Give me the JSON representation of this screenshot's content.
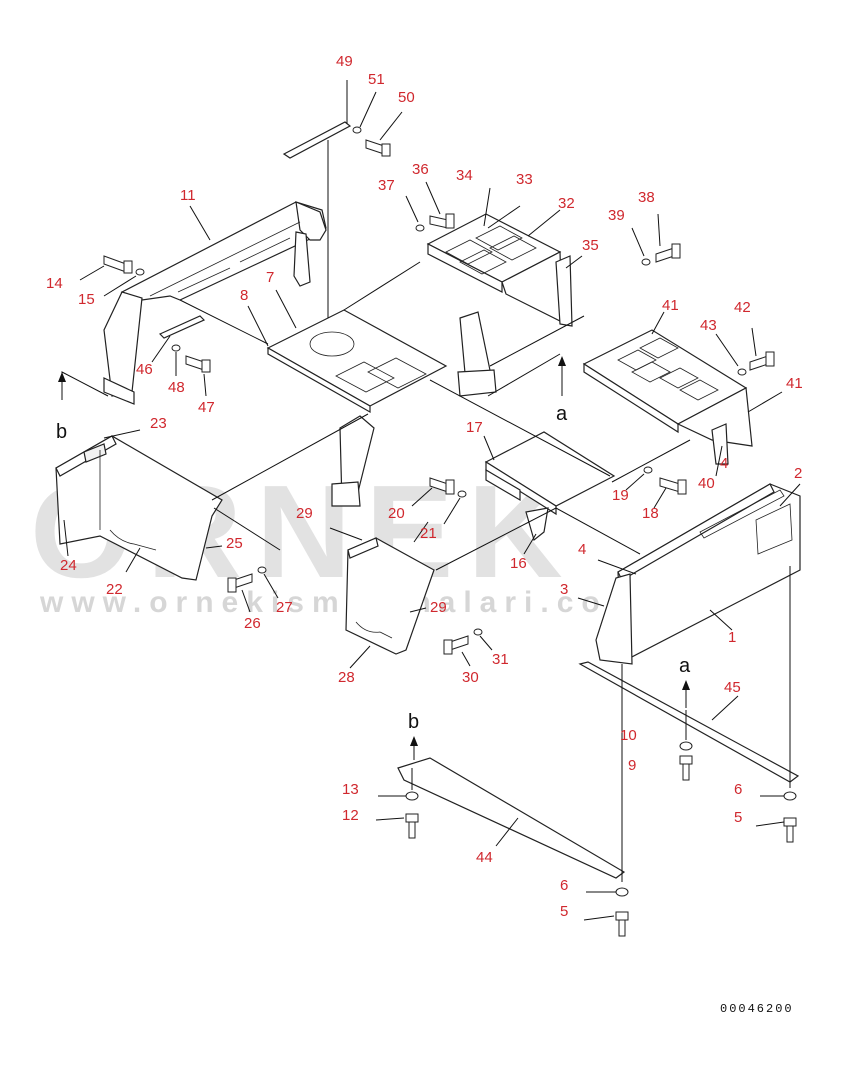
{
  "watermark": {
    "brand": "ORNEK",
    "url": "www.ornekismakinalari.com.tr"
  },
  "drawing_code": "00046200",
  "view_letters": {
    "a_upper": "a",
    "a_lower": "a",
    "b_upper": "b",
    "b_lower": "b"
  },
  "callouts": {
    "c1": "1",
    "c2": "2",
    "c3": "3",
    "c4a": "4",
    "c4b": "4",
    "c5a": "5",
    "c5b": "5",
    "c6a": "6",
    "c6b": "6",
    "c7": "7",
    "c8": "8",
    "c9": "9",
    "c10": "10",
    "c11": "11",
    "c12": "12",
    "c13": "13",
    "c14": "14",
    "c15": "15",
    "c16": "16",
    "c17": "17",
    "c18": "18",
    "c19": "19",
    "c20": "20",
    "c21": "21",
    "c22": "22",
    "c23": "23",
    "c24": "24",
    "c25": "25",
    "c26": "26",
    "c27": "27",
    "c28": "28",
    "c29a": "29",
    "c29b": "29",
    "c30": "30",
    "c31": "31",
    "c32": "32",
    "c33": "33",
    "c34": "34",
    "c35": "35",
    "c36": "36",
    "c37": "37",
    "c38": "38",
    "c39": "39",
    "c40": "40",
    "c41a": "41",
    "c41b": "41",
    "c42": "42",
    "c43": "43",
    "c44": "44",
    "c45": "45",
    "c46": "46",
    "c47": "47",
    "c48": "48",
    "c49": "49",
    "c50": "50",
    "c51": "51"
  }
}
